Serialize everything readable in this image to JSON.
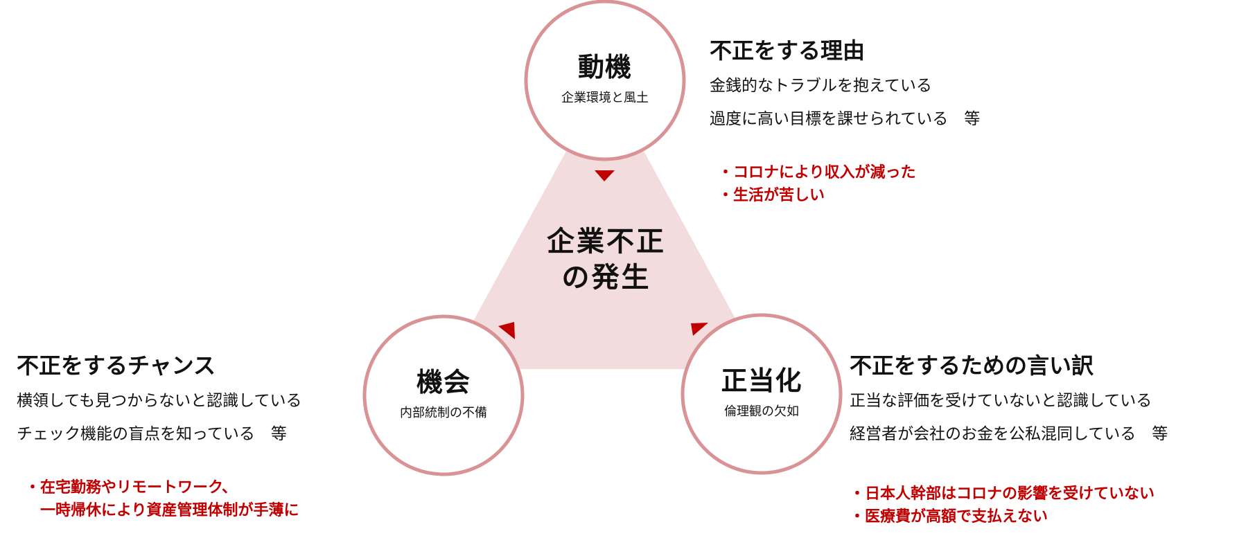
{
  "center": {
    "line1": "企業不正",
    "line2": "の発生"
  },
  "nodes": {
    "motive": {
      "title": "動機",
      "subtitle": "企業環境と風土"
    },
    "opportunity": {
      "title": "機会",
      "subtitle": "内部統制の不備"
    },
    "justification": {
      "title": "正当化",
      "subtitle": "倫理観の欠如"
    }
  },
  "details": {
    "motive": {
      "heading": "不正をする理由",
      "lines": [
        "金銭的なトラブルを抱えている",
        "過度に高い目標を課せられている　等"
      ],
      "notes": [
        "・コロナにより収入が減った",
        "・生活が苦しい"
      ]
    },
    "opportunity": {
      "heading": "不正をするチャンス",
      "lines": [
        "横領しても見つからないと認識している",
        "チェック機能の盲点を知っている　等"
      ],
      "notes": [
        "・在宅勤務やリモートワーク、",
        "　一時帰休により資産管理体制が手薄に"
      ]
    },
    "justification": {
      "heading": "不正をするための言い訳",
      "lines": [
        "正当な評価を受けていないと認識している",
        "経営者が会社のお金を公私混同している　等"
      ],
      "notes": [
        "・日本人幹部はコロナの影響を受けていない",
        "・医療費が高額で支払えない"
      ]
    }
  },
  "colors": {
    "triangle_fill": "#f2dcdd",
    "circle_stroke": "#d99396",
    "arrow": "#c00000",
    "note_text": "#c00000"
  }
}
